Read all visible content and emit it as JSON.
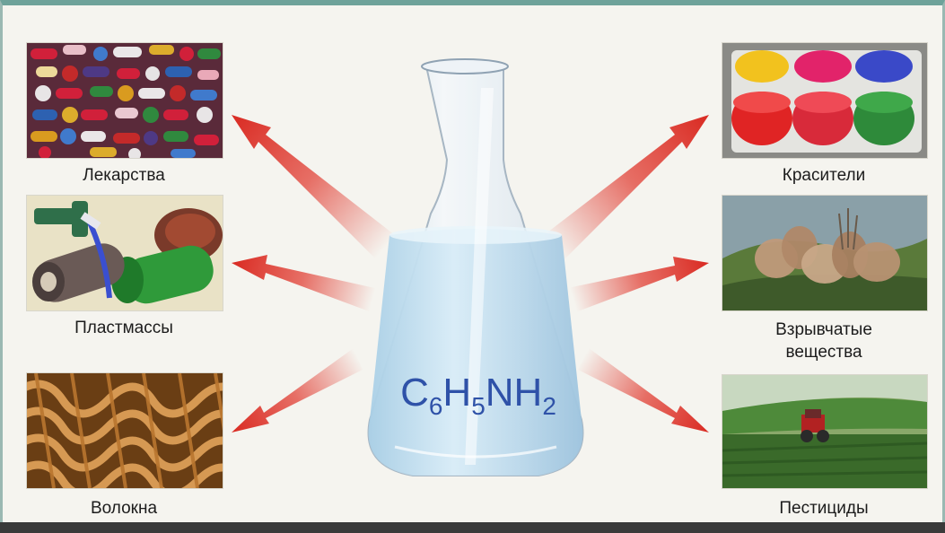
{
  "formula": {
    "c": "C",
    "c_sub": "6",
    "h": "H",
    "h_sub": "5",
    "nh": "NH",
    "nh_sub": "2"
  },
  "left_items": [
    {
      "label": "Лекарства",
      "icon": "pills-photo"
    },
    {
      "label": "Пластмассы",
      "icon": "plastics-photo"
    },
    {
      "label": "Волокна",
      "icon": "fibers-photo"
    }
  ],
  "right_items": [
    {
      "label": "Красители",
      "icon": "dyes-photo"
    },
    {
      "label_line1": "Взрывчатые",
      "label_line2": "вещества",
      "icon": "explosives-photo"
    },
    {
      "label": "Пестициды",
      "icon": "pesticides-photo"
    }
  ],
  "colors": {
    "arrow": "#e0352a",
    "formula": "#2f52a8",
    "liquid": "#c9e3f3",
    "frame": "#6ea29a"
  }
}
